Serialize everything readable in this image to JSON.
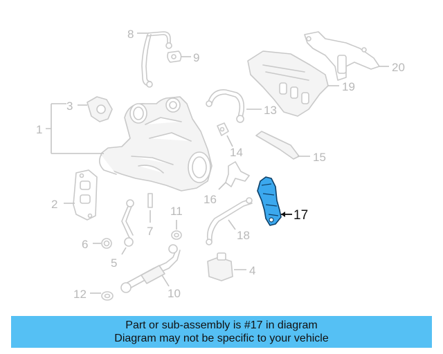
{
  "callouts": {
    "c1": "1",
    "c2": "2",
    "c3": "3",
    "c4": "4",
    "c5": "5",
    "c6": "6",
    "c7": "7",
    "c8": "8",
    "c9": "9",
    "c10": "10",
    "c11": "11",
    "c12": "12",
    "c13": "13",
    "c14": "14",
    "c15": "15",
    "c16": "16",
    "c17": "17",
    "c18": "18",
    "c19": "19",
    "c20": "20"
  },
  "highlight": {
    "part_number": "17",
    "color": "#3ba8ee"
  },
  "banner": {
    "line1": "Part or sub-assembly is #17 in diagram",
    "line2": "Diagram may not be specific to your vehicle",
    "color": "#55c0f4"
  }
}
